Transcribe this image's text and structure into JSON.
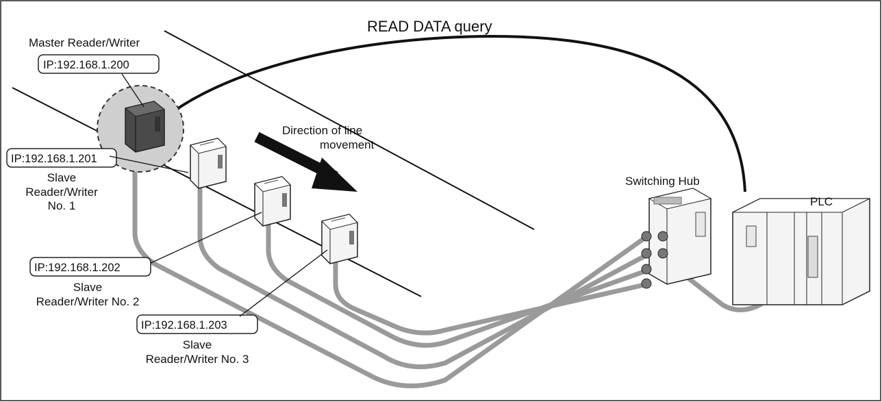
{
  "title": "READ DATA query",
  "master": {
    "label": "Master Reader/Writer",
    "ip": "IP:192.168.1.200"
  },
  "direction_label": {
    "line1": "Direction of line",
    "line2": "movement"
  },
  "slaves": [
    {
      "ip": "IP:192.168.1.201",
      "line1": "Slave",
      "line2": "Reader/Writer",
      "line3": "No. 1"
    },
    {
      "ip": "IP:192.168.1.202",
      "line1": "Slave",
      "line2": "Reader/Writer No. 2"
    },
    {
      "ip": "IP:192.168.1.203",
      "line1": "Slave",
      "line2": "Reader/Writer No. 3"
    }
  ],
  "hub_label": "Switching Hub",
  "plc_label": "PLC",
  "colors": {
    "cable": "#9a9a9a",
    "device_face": "#f4f4f4",
    "master_body": "#4a4a4a",
    "highlight": "#cfcfcf",
    "arrow": "#111111"
  }
}
